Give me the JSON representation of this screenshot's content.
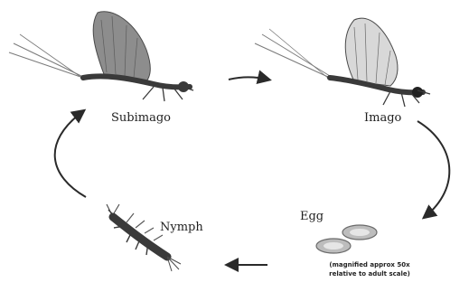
{
  "stages": {
    "subimago": "Subimago",
    "imago": "Imago",
    "egg": "Egg",
    "nymph": "Nymph"
  },
  "egg_note": {
    "line1": "(magnified approx 50x",
    "line2": "relative to adult scale)"
  },
  "colors": {
    "ink": "#2a2a2a",
    "wing": "#8d8d8d",
    "body_dark": "#3a3a3a",
    "egg": "#bdbdbd"
  }
}
